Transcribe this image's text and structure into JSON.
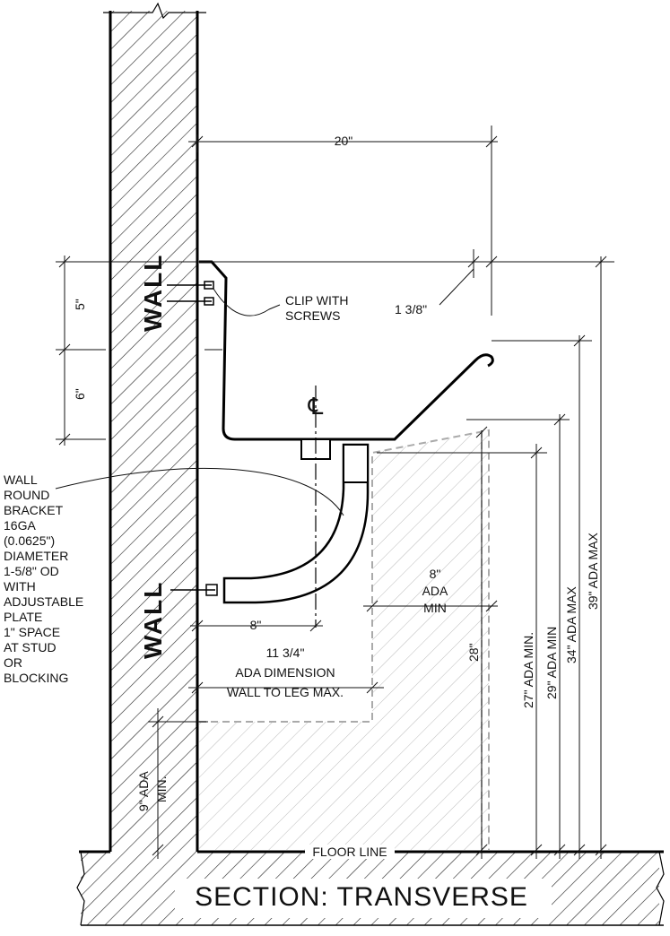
{
  "title": "SECTION: TRANSVERSE",
  "labels": {
    "wall_upper": "WALL",
    "wall_lower": "WALL",
    "clip_line1": "CLIP WITH",
    "clip_line2": "SCREWS",
    "floor_line": "FLOOR LINE",
    "centerline": "℄"
  },
  "bracket_note": [
    "WALL",
    "ROUND",
    "BRACKET",
    "16GA",
    "(0.0625\")",
    "DIAMETER",
    "1-5/8\" OD",
    "WITH",
    "ADJUSTABLE",
    "PLATE",
    "1\" SPACE",
    "AT STUD",
    "OR",
    "BLOCKING"
  ],
  "dimensions": {
    "depth": "20\"",
    "rim_offset": "1 3/8\"",
    "clip_height": "5\"",
    "bowl_depth": "6\"",
    "bracket_8": "8\"",
    "ada_dim_line1": "11 3/4\"",
    "ada_dim_line2": "ADA DIMENSION",
    "ada_dim_line3": "WALL TO LEG MAX.",
    "ada_min_line1": "8\"",
    "ada_min_line2": "ADA",
    "ada_min_line3": "MIN",
    "knee_28": "28\"",
    "ada_27": "27\" ADA MIN.",
    "ada_29": "29\" ADA MIN",
    "ada_34": "34\" ADA MAX",
    "ada_39": "39\" ADA MAX",
    "toe_9_line1": "9\" ADA",
    "toe_9_line2": "MIN."
  }
}
